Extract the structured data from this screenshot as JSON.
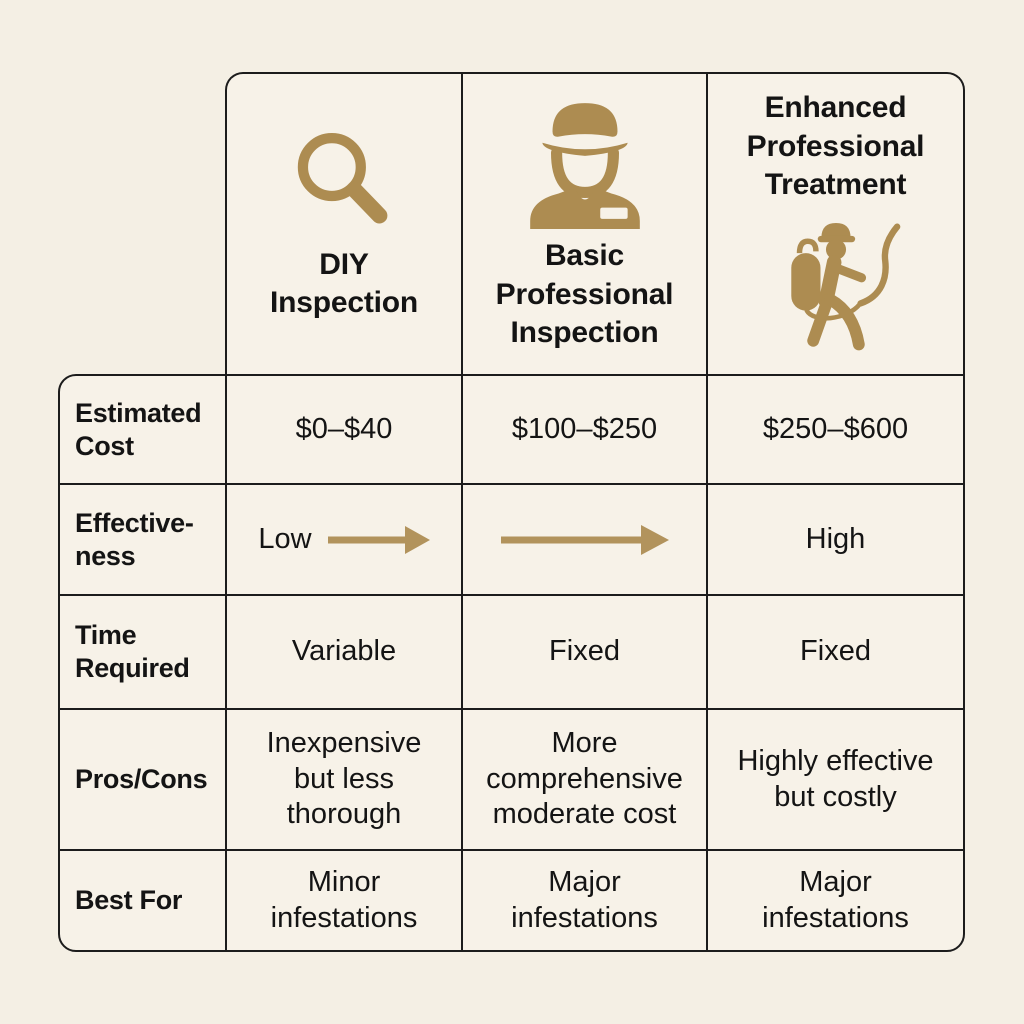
{
  "columns": [
    {
      "title": "DIY\nInspection",
      "icon": "magnifier-icon"
    },
    {
      "title": "Basic\nProfessional\nInspection",
      "icon": "technician-icon"
    },
    {
      "title": "Enhanced\nProfessional\nTreatment",
      "icon": "pest-sprayer-icon"
    }
  ],
  "rows": [
    {
      "label": "Estimated\nCost",
      "values": [
        "$0–$40",
        "$100–$250",
        "$250–$600"
      ]
    },
    {
      "label": "Effective-\nness",
      "values": [
        "Low",
        "",
        "High"
      ],
      "arrow_icon": "trend-arrow-icon"
    },
    {
      "label": "Time\nRequired",
      "values": [
        "Variable",
        "Fixed",
        "Fixed"
      ]
    },
    {
      "label": "Pros/Cons",
      "values": [
        "Inexpensive\nbut less\nthorough",
        "More\ncomprehensive\nmoderate cost",
        "Highly effective\nbut costly"
      ]
    },
    {
      "label": "Best For",
      "values": [
        "Minor\ninfestations",
        "Major\ninfestations",
        "Major\ninfestations"
      ]
    }
  ],
  "colors": {
    "gold": "#ad8c51",
    "arrow": "#b2935c",
    "background": "#f4efe4",
    "cell_bg": "#f7f2e8",
    "border": "#1c1c1c",
    "text": "#141414"
  }
}
